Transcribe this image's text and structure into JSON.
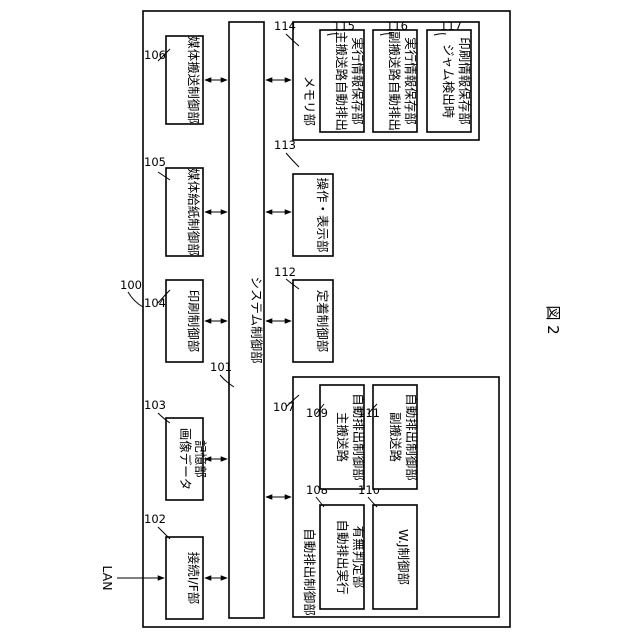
{
  "figure_label": "図 2",
  "lan_label": "LAN",
  "refs": {
    "apparatus": "100",
    "system_ctrl": "101",
    "if": "102",
    "image_store": "103",
    "print_ctrl": "104",
    "feed_ctrl": "105",
    "transport_ctrl": "106",
    "auto_eject": "107",
    "judge": "108",
    "main_path_ctrl": "109",
    "wj_ctrl": "110",
    "sub_path_ctrl": "111",
    "fixing": "112",
    "operation": "113",
    "memory": "114",
    "main_path_store": "115",
    "sub_path_store": "116",
    "jam_store": "117"
  },
  "labels": {
    "system_ctrl": "システム制御部",
    "if": "接続I/F部",
    "image_store_1": "画像データ",
    "image_store_2": "記憶部",
    "print_ctrl": "印刷制御部",
    "feed_ctrl": "媒体給紙制御部",
    "transport_ctrl": "媒体搬送制御部",
    "auto_eject": "自動排出制御部",
    "judge_1": "自動排出実行",
    "judge_2": "有無判定部",
    "main_path_ctrl_1": "主搬送路",
    "main_path_ctrl_2": "自動排出制御部",
    "wj_ctrl": "W.J制御部",
    "sub_path_ctrl_1": "副搬送路",
    "sub_path_ctrl_2": "自動排出制御部",
    "fixing": "定着制御部",
    "operation": "操作・表示部",
    "memory": "メモリ部",
    "main_path_store_1": "主搬送路自動排出",
    "main_path_store_2": "実行情報保存部",
    "sub_path_store_1": "副搬送路自動排出",
    "sub_path_store_2": "実行情報保存部",
    "jam_store_1": "ジャム検出時",
    "jam_store_2": "印刷情報保存部"
  }
}
